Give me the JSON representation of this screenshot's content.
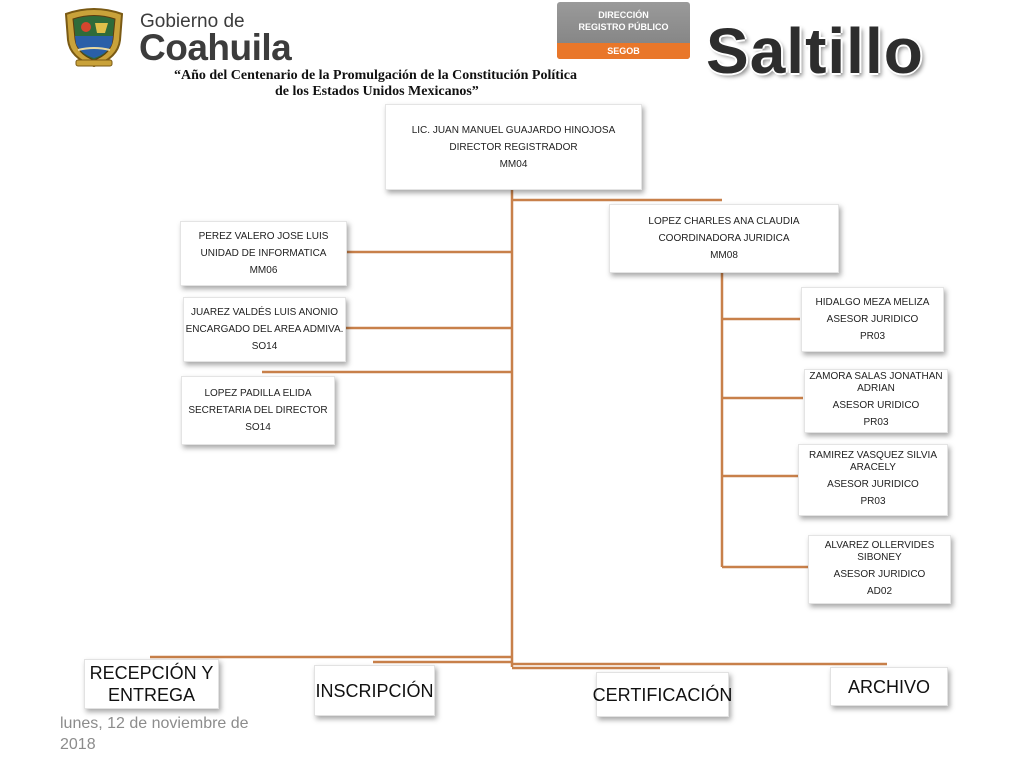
{
  "header": {
    "gov_top": "Gobierno de",
    "gov_main": "Coahuila",
    "badge_line1": "DIRECCIÓN",
    "badge_line2": "REGISTRO PÚBLICO",
    "badge_line3": "SEGOB",
    "city": "Saltillo",
    "motto_line1": "“Año del Centenario de la Promulgación de la Constitución Política",
    "motto_line2": "de los Estados Unidos Mexicanos”"
  },
  "org": {
    "director": {
      "name": "LIC. JUAN MANUEL GUAJARDO HINOJOSA",
      "role": "DIRECTOR REGISTRADOR",
      "code": "MM04"
    },
    "informatica": {
      "name": "PEREZ VALERO JOSE LUIS",
      "role": "UNIDAD DE INFORMATICA",
      "code": "MM06"
    },
    "admin": {
      "name": "JUAREZ VALDÉS LUIS ANONIO",
      "role": "ENCARGADO DEL AREA ADMIVA.",
      "code": "SO14"
    },
    "secretaria": {
      "name": "LOPEZ PADILLA ELIDA",
      "role": "SECRETARIA DEL DIRECTOR",
      "code": "SO14"
    },
    "coordinadora": {
      "name": "LOPEZ CHARLES ANA CLAUDIA",
      "role": "COORDINADORA JURIDICA",
      "code": "MM08"
    },
    "asesor1": {
      "name": "HIDALGO MEZA MELIZA",
      "role": "ASESOR JURIDICO",
      "code": "PR03"
    },
    "asesor2": {
      "name": "ZAMORA SALAS JONATHAN ADRIAN",
      "role": "ASESOR URIDICO",
      "code": "PR03"
    },
    "asesor3": {
      "name": "RAMIREZ VASQUEZ SILVIA ARACELY",
      "role": "ASESOR JURIDICO",
      "code": "PR03"
    },
    "asesor4": {
      "name": "ALVAREZ OLLERVIDES SIBONEY",
      "role": "ASESOR JURIDICO",
      "code": "AD02"
    },
    "departments": [
      "RECEPCIÓN Y ENTREGA",
      "INSCRIPCIÓN",
      "CERTIFICACIÓN",
      "ARCHIVO"
    ]
  },
  "footer": {
    "date": "lunes, 12 de noviembre de 2018"
  },
  "colors": {
    "connector": "#c8804a",
    "badge_accent": "#e9772a",
    "badge_gray": "#8a8a8a",
    "crest_gold": "#c9a23a"
  },
  "icons": {
    "crest": "coat-of-arms-icon"
  }
}
